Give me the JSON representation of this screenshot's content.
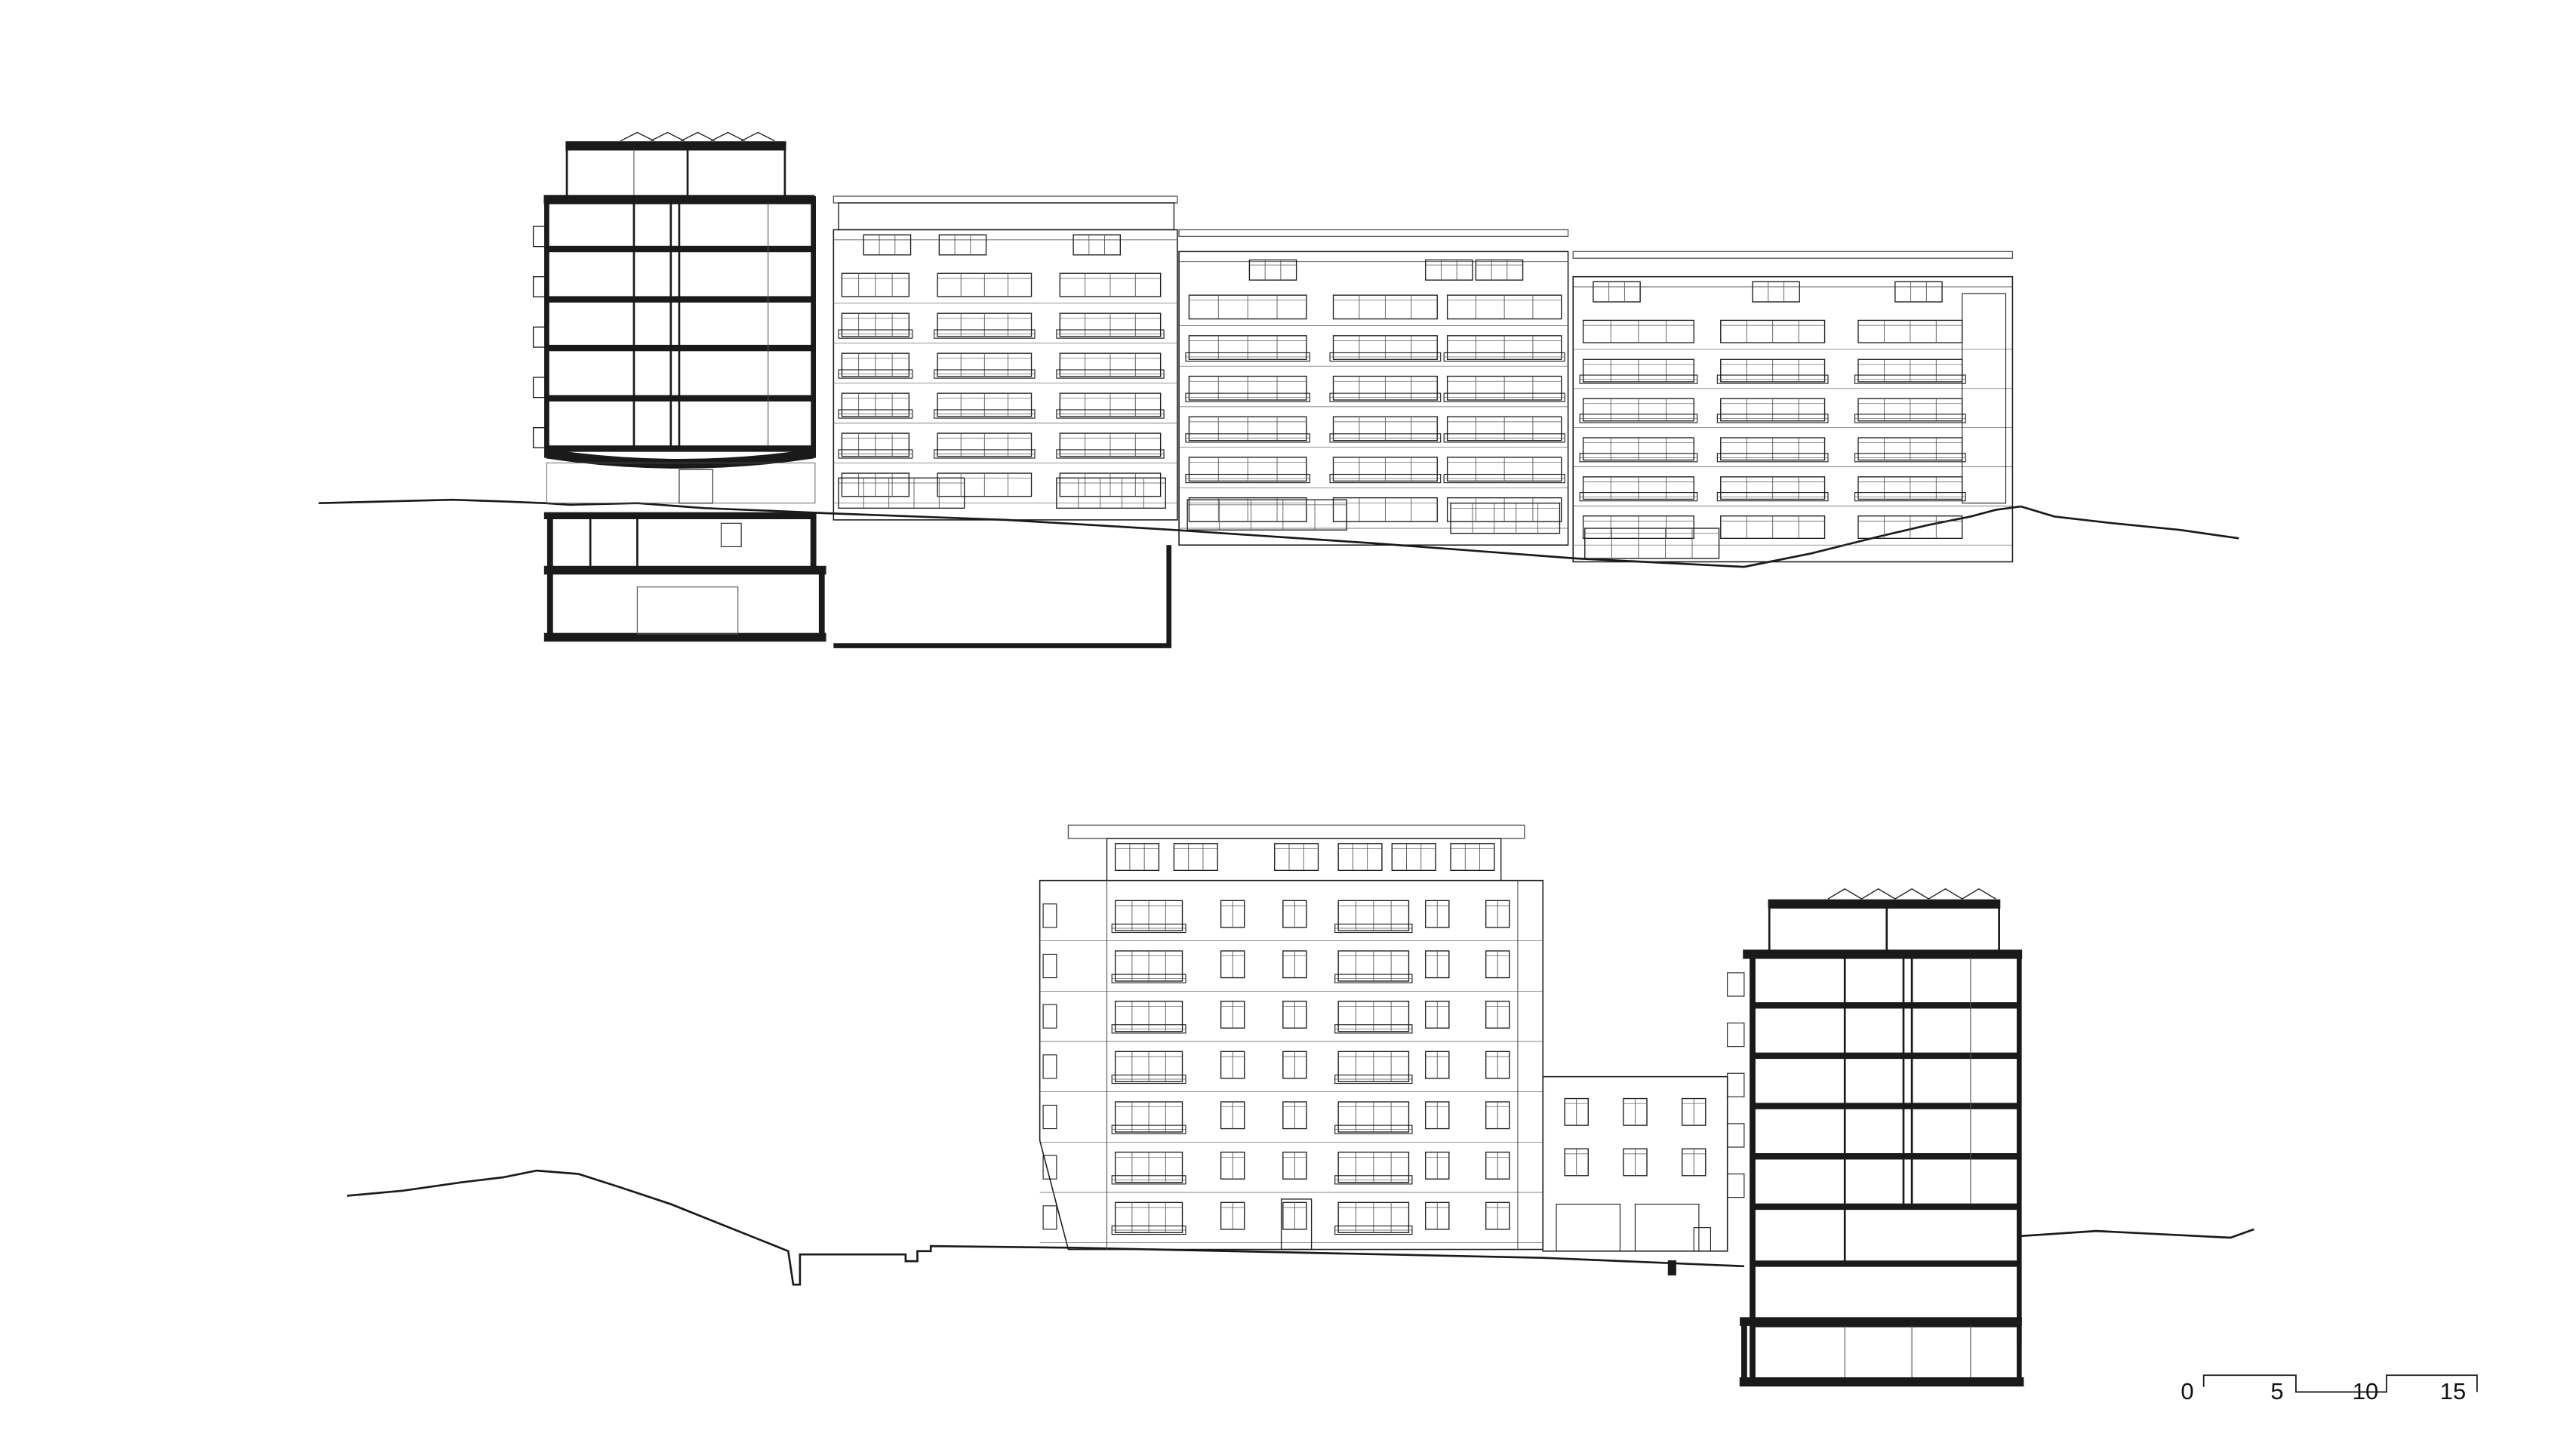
{
  "scale_bar": {
    "labels": [
      "0",
      "5",
      "10",
      "15"
    ]
  },
  "colors": {
    "line": "#1a1a1a",
    "fine": "#555555",
    "background": "#ffffff"
  }
}
